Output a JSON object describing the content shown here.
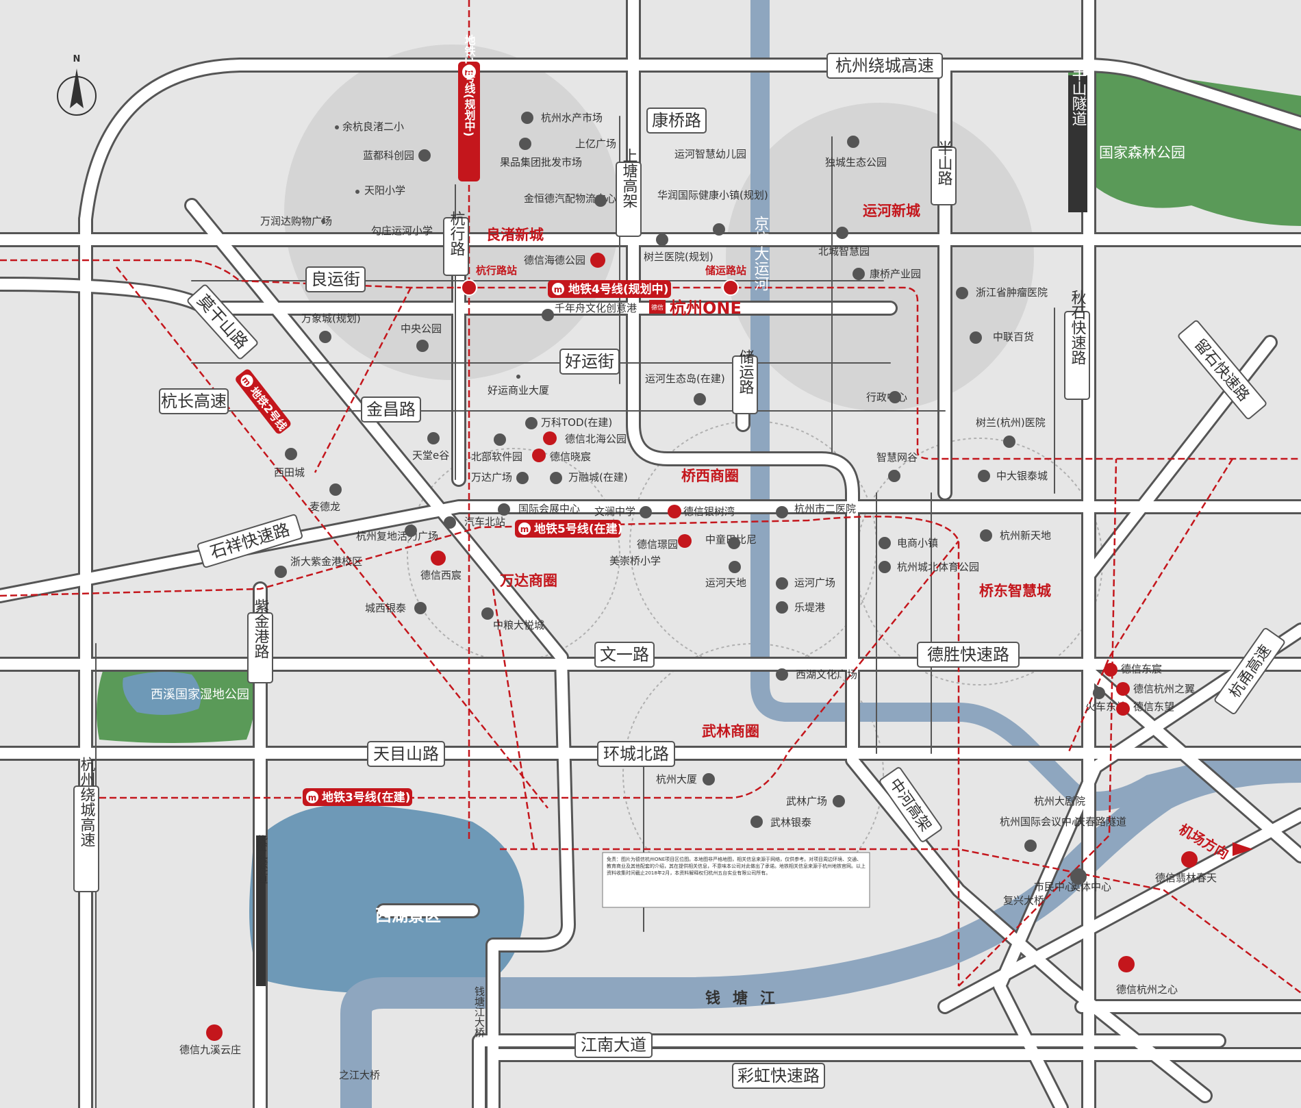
{
  "north": "N",
  "roads": {
    "hangzhou_ring_top": "杭州绕城高速",
    "kangqiao": "康桥路",
    "shangtang": "上塘高架",
    "banshan": "半山路",
    "hangxing": "杭行路",
    "liangyun": "良运街",
    "haoyun": "好运街",
    "jinchang": "金昌路",
    "chuyun": "储运路",
    "hangchang": "杭长高速",
    "moganshan": "莫干山路",
    "shixiang": "石祥快速路",
    "wenyi": "文一路",
    "desheng": "德胜快速路",
    "qiushi": "秋石快速路",
    "liushi": "留石快速路",
    "zijingang": "紫金港路",
    "tianmushan": "天目山路",
    "huanchengbei": "环城北路",
    "zhonghe": "中河高架",
    "hangzhou_ring_left": "杭州绕城高速",
    "jiangnan": "江南大道",
    "caihong": "彩虹快速路",
    "hangnan": "杭甬高速",
    "banshan_tunnel": "半山隧道",
    "zizhi_tunnel": "紫之隧道",
    "grand_canal": "京杭大运河"
  },
  "metro": {
    "line10": "地铁10号线(规划中)",
    "line4": "地铁4号线(规划中)",
    "line2": "地铁2号线",
    "line5": "地铁5号线(在建)",
    "line3": "地铁3号线(在建)",
    "badge": "m"
  },
  "stations": {
    "hangxing_station": "杭行路站",
    "chuyun_station": "储运路站"
  },
  "districts": {
    "liangzhu": "良渚新城",
    "yunhe": "运河新城",
    "qiaoxi": "桥西商圈",
    "wanda": "万达商圈",
    "qiaodong": "桥东智慧城",
    "wulin": "武林商圈"
  },
  "project": {
    "brand": "德信",
    "name": "杭州ONE"
  },
  "parks": {
    "forest": "国家森林公园",
    "xixi": "西溪国家湿地公园",
    "westlake": "西湖景区",
    "qiantang": "钱塘江"
  },
  "airport": "机场方向",
  "pois": {
    "yuhang_school": "余杭良渚二小",
    "landu": "蓝都科创园",
    "tianyang": "天阳小学",
    "wanrunda": "万润达购物广场",
    "gouzhuang": "勾庄运河小学",
    "shuichan": "杭州水产市场",
    "shangyi": "上亿广场",
    "guopin": "果品集团批发市场",
    "jinhengde": "金恒德汽配物流中心",
    "haide": "德信海德公园",
    "wanxiang": "万象城(规划)",
    "zhongyang": "中央公园",
    "qiannianzhou": "千年舟文化创意港",
    "haoyun_building": "好运商业大厦",
    "yunhe_kindergarten": "运河智慧幼儿园",
    "huayang": "华润国际健康小镇(规划)",
    "shulan_plan": "树兰医院(规划)",
    "ecology_island": "运河生态岛(在建)",
    "ducheng": "独城生态公园",
    "beicheng": "北城智慧园",
    "kangqiao_park": "康桥产业园",
    "zhejiang_cancer": "浙江省肿瘤医院",
    "zhonglian": "中联百货",
    "admin": "行政中心",
    "shulan_hz": "树兰(杭州)医院",
    "zhihui": "智慧网谷",
    "zhongda": "中大银泰城",
    "xitian": "西田城",
    "tiantang": "天堂e谷",
    "wanke": "万科TOD(在建)",
    "beihai": "德信北海公园",
    "beibu": "北部软件园",
    "xiaochen": "德信晓宸",
    "wandaplaza": "万达广场",
    "wanrong": "万融城(在建)",
    "maidelong": "麦德龙",
    "guozhan": "国际会展中心",
    "qichebei": "汽车北站",
    "fudi": "杭州复地活力广场",
    "wenlan": "文澜中学",
    "yinshu": "德信银树湾",
    "hz2": "杭州市二医院",
    "zheda": "浙大紫金港校区",
    "xichen": "德信西宸",
    "dexin_huan": "德信璟园",
    "zhongtong": "中童巴比尼",
    "meizhen": "美崇桥小学",
    "yunhe_tiandi": "运河天地",
    "yunhe_square": "运河广场",
    "letidi": "乐堤港",
    "chengxi": "城西银泰",
    "zhongliang": "中粮大悦城",
    "dianshang": "电商小镇",
    "tiyu": "杭州城北体育公园",
    "xintiandi": "杭州新天地",
    "dexin_dongchen": "德信东宸",
    "zhiyi": "德信杭州之翼",
    "huochedong": "火车东站",
    "dongwang": "德信东望",
    "xihuwenhua": "西湖文化广场",
    "hzdasha": "杭州大厦",
    "wulin_sq": "武林广场",
    "wulin_yt": "武林银泰",
    "grand_theatre": "杭州大剧院",
    "conference": "杭州国际会议中心",
    "aoti": "奥体中心",
    "chunlin": "德信翡林春天",
    "heart": "德信杭州之心",
    "jiuxi": "德信九溪云庄",
    "qtbridge": "钱塘江大桥",
    "zhijiang": "之江大桥",
    "fuxing": "复兴大桥",
    "qingchun": "庆春路隧道",
    "citizen": "市民中心"
  },
  "disclaimer": "免责：图片为德信杭州ONE项目区位图。本地图非严格地图，相关信息来源于网络，仅供参考。对项目周边环境、交通、教育商业及其他配套的介绍，其在提供相关信息，不意味本公司对此做出了承诺。地铁相关信息来源于杭州地铁官网。以上资料收集时间截止2018年2月，本资料解释权归杭州五台实业有限公司所有。",
  "colors": {
    "road": "#ffffff",
    "roadEdge": "#555555",
    "metro": "#c4161c",
    "river": "#8ea6bf",
    "lake": "#6e99b7",
    "park": "#5a9a58",
    "zone": "#cfcfcf"
  }
}
